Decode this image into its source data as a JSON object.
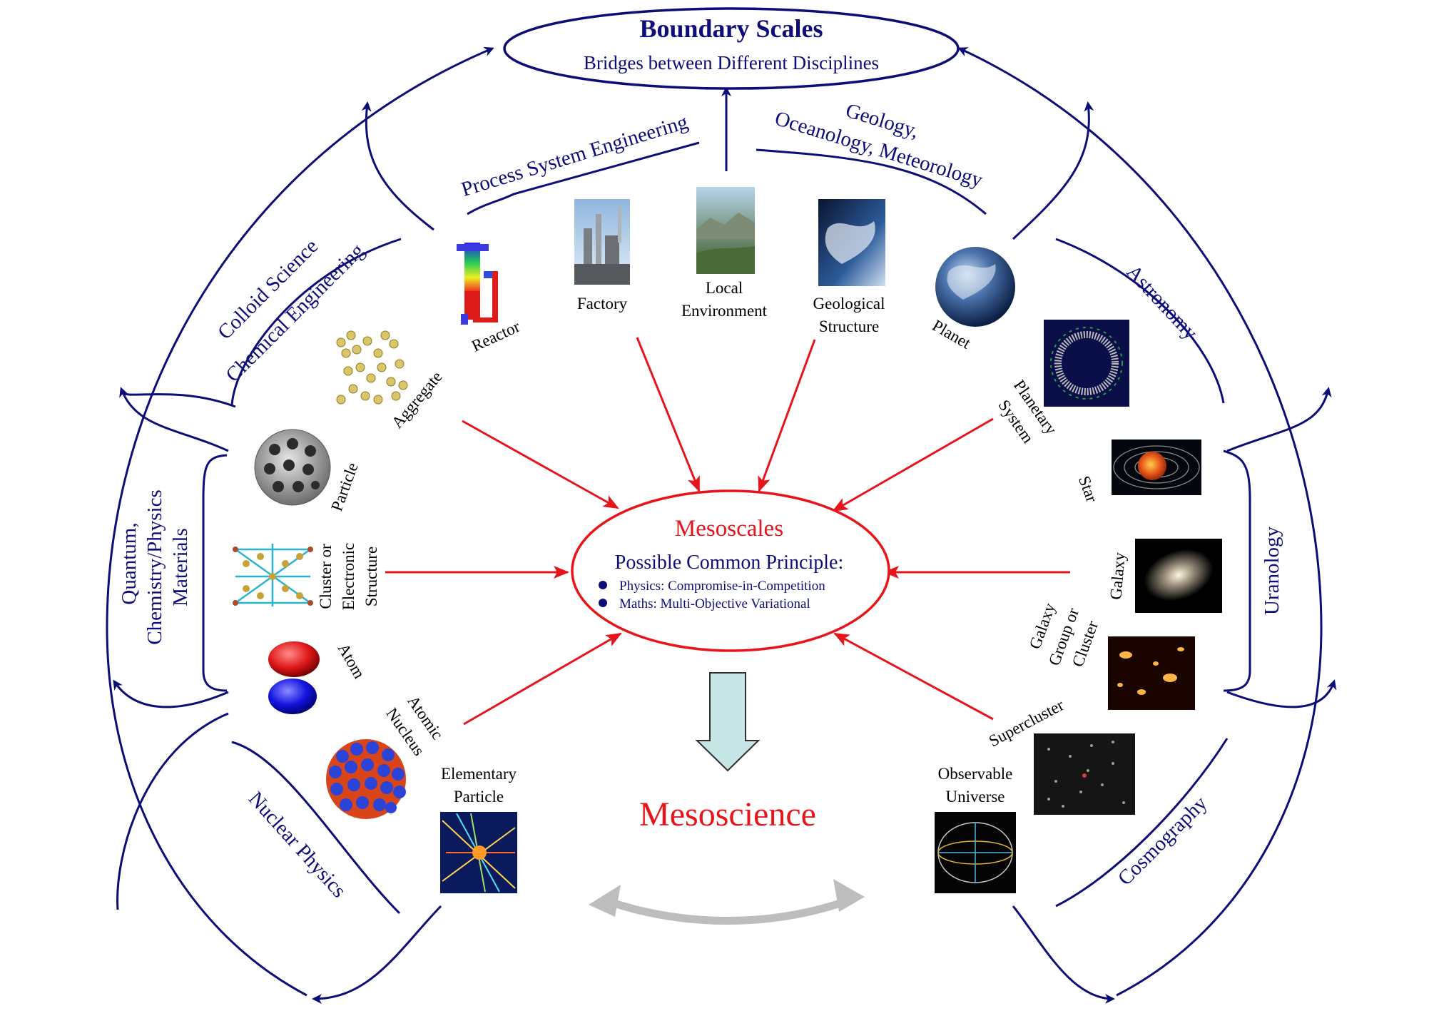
{
  "boundary": {
    "title": "Boundary Scales",
    "subtitle": "Bridges between Different Disciplines"
  },
  "disciplines": {
    "process_system_engineering": "Process System Engineering",
    "geology_line1": "Geology,",
    "geology_line2": "Oceanology, Meteorology",
    "colloid_line1": "Colloid Science",
    "colloid_line2": "Chemical Engineering",
    "quantum_line1": "Quantum,",
    "quantum_line2": "Chemistry/Physics",
    "quantum_line3": "Materials",
    "nuclear_physics": "Nuclear Physics",
    "astronomy": "Astronomy",
    "uranology": "Uranology",
    "cosmography": "Cosmography"
  },
  "scales": {
    "reactor": "Reactor",
    "factory": "Factory",
    "local_env_line1": "Local",
    "local_env_line2": "Environment",
    "geo_struct_line1": "Geological",
    "geo_struct_line2": "Structure",
    "planet": "Planet",
    "aggregate": "Aggregate",
    "particle": "Particle",
    "cluster_line1": "Cluster or",
    "cluster_line2": "Electronic",
    "cluster_line3": "Structure",
    "atom": "Atom",
    "atomic_nucleus_line1": "Atomic",
    "atomic_nucleus_line2": "Nucleus",
    "elementary_line1": "Elementary",
    "elementary_line2": "Particle",
    "planetary_line1": "Planetary",
    "planetary_line2": "System",
    "star": "Star",
    "galaxy": "Galaxy",
    "galaxy_group_line1": "Galaxy",
    "galaxy_group_line2": "Group or",
    "galaxy_group_line3": "Cluster",
    "supercluster": "Supercluster",
    "observable_line1": "Observable",
    "observable_line2": "Universe"
  },
  "center": {
    "title": "Mesoscales",
    "principle": "Possible Common Principle:",
    "bullet1": "Physics: Compromise-in-Competition",
    "bullet2": "Maths: Multi-Objective Variational"
  },
  "mesoscience": "Mesoscience",
  "colors": {
    "navy": "#0d0d78",
    "red": "#e8141b",
    "down_arrow_fill": "#c6e6e6",
    "double_arrow": "#bdbdbd"
  }
}
